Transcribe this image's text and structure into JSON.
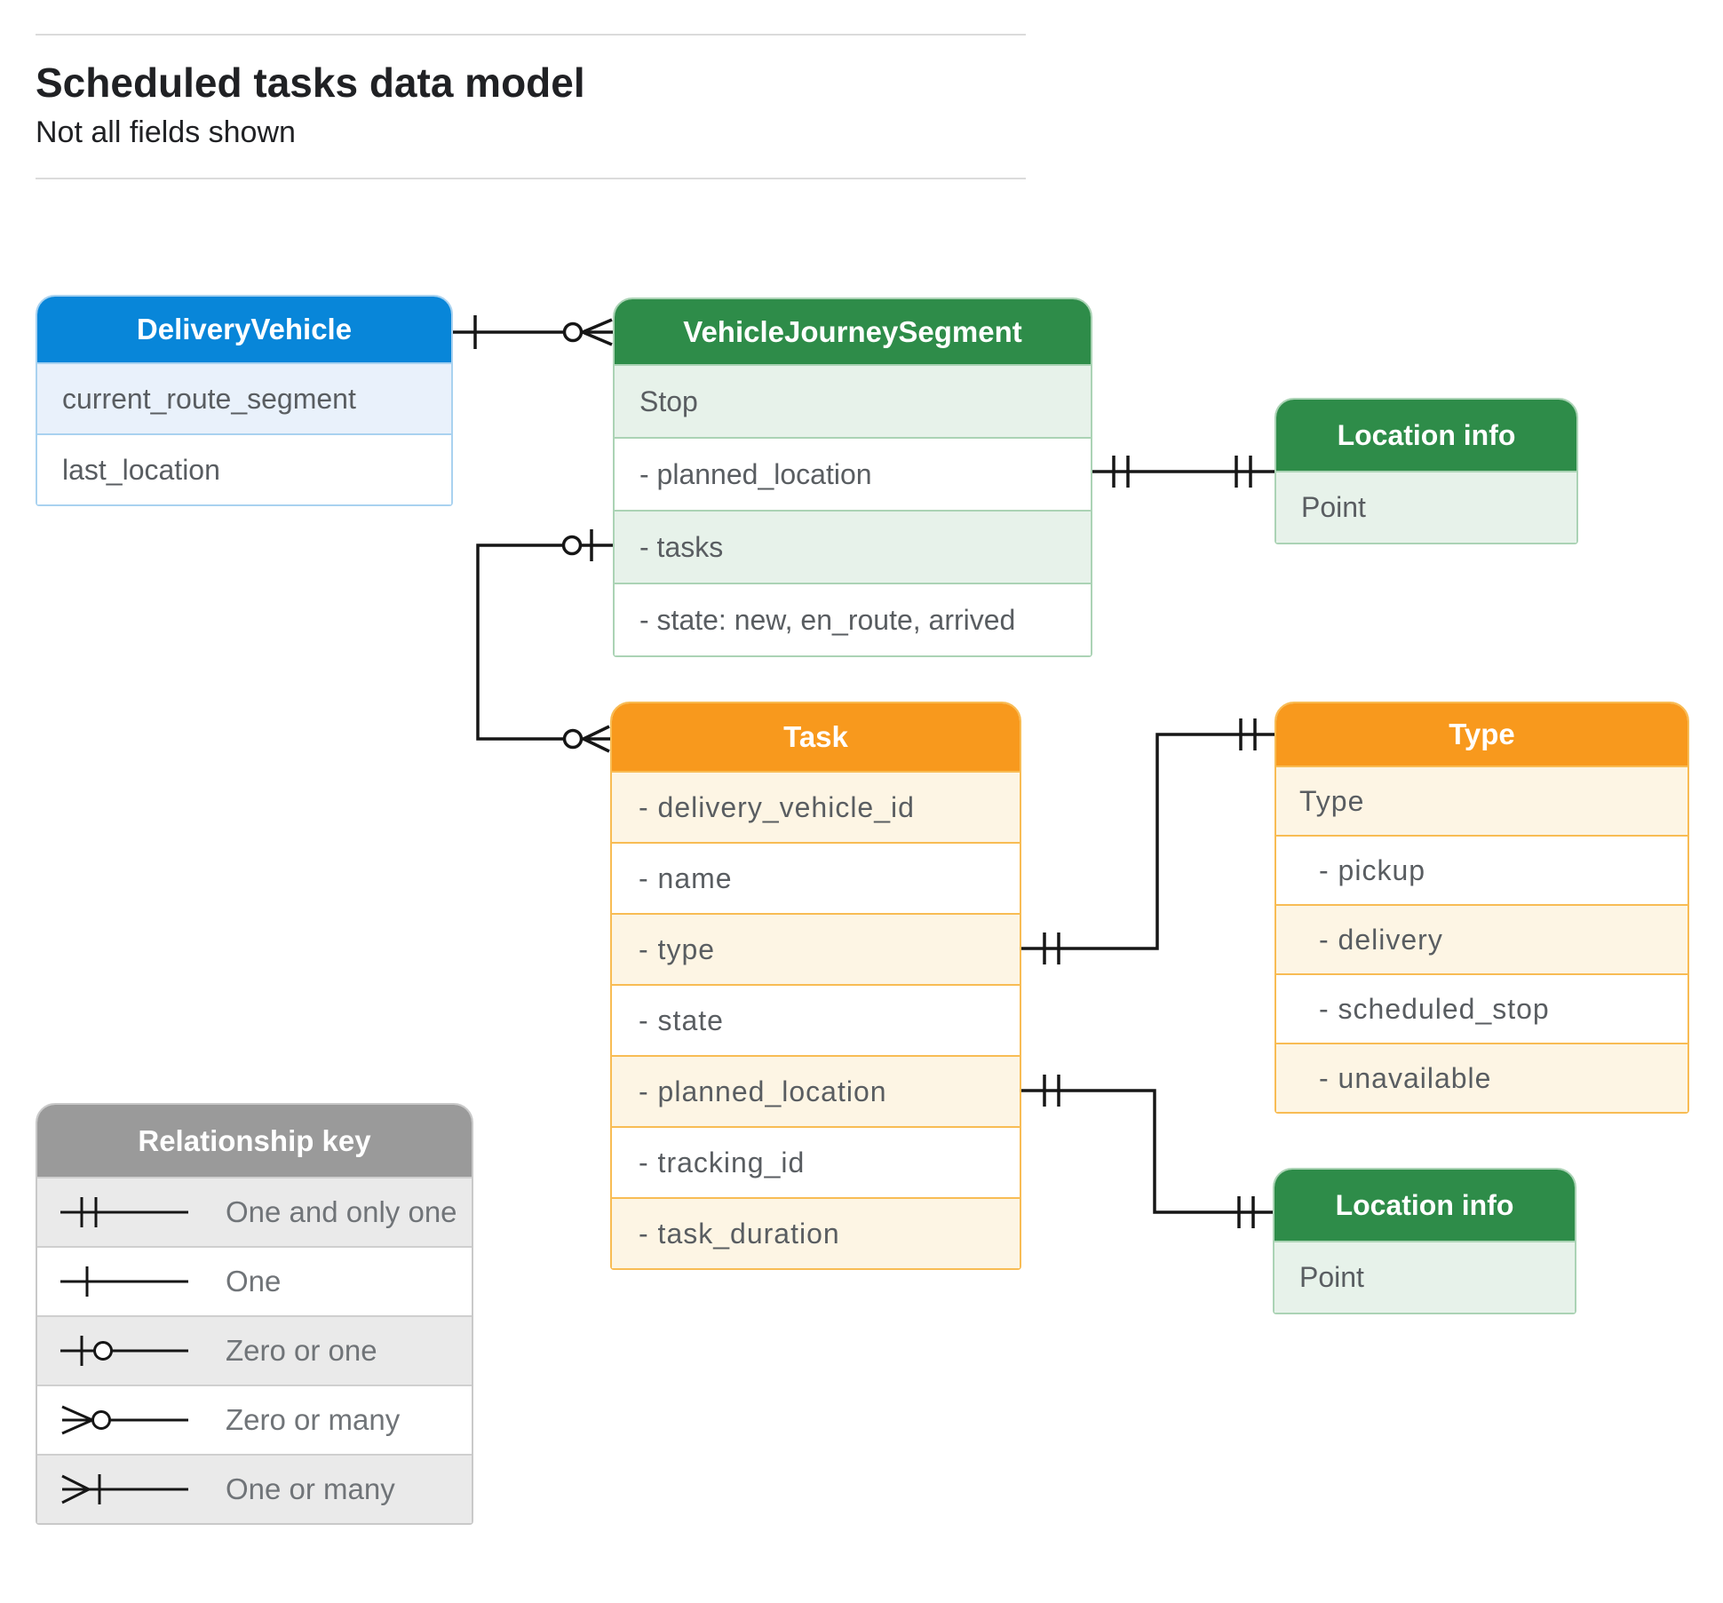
{
  "page": {
    "title": "Scheduled tasks data model",
    "subtitle": "Not all fields shown"
  },
  "colors": {
    "blue_header": "#0886d9",
    "blue_tint": "#e9f1fb",
    "blue_border": "#a9d2f0",
    "green_header": "#2e8c49",
    "green_tint": "#e7f2ea",
    "green_border": "#abd3b5",
    "orange_header": "#f8991d",
    "orange_tint": "#fdf5e4",
    "orange_border": "#f8bc54",
    "gray_header": "#9a9a9a",
    "gray_tint": "#eaeaea",
    "gray_border": "#c9c9c9",
    "field_text": "#595d61",
    "legend_text": "#707478",
    "title_text": "#202124"
  },
  "entities": {
    "delivery_vehicle": {
      "title": "DeliveryVehicle",
      "fields": [
        "current_route_segment",
        "last_location"
      ]
    },
    "vehicle_journey_segment": {
      "title": "VehicleJourneySegment",
      "fields": [
        "Stop",
        "- planned_location",
        "- tasks",
        "- state: new, en_route, arrived"
      ]
    },
    "location_info_top": {
      "title": "Location info",
      "fields": [
        "Point"
      ]
    },
    "task": {
      "title": "Task",
      "fields": [
        "- delivery_vehicle_id",
        "- name",
        "- type",
        "- state",
        "- planned_location",
        "- tracking_id",
        "- task_duration"
      ]
    },
    "type": {
      "title": "Type",
      "fields": [
        "Type",
        "- pickup",
        "- delivery",
        "- scheduled_stop",
        "- unavailable"
      ]
    },
    "location_info_bottom": {
      "title": "Location info",
      "fields": [
        "Point"
      ]
    }
  },
  "legend": {
    "title": "Relationship key",
    "items": [
      "One and only one",
      "One",
      "Zero or one",
      "Zero or many",
      "One or many"
    ]
  },
  "relationships": [
    {
      "from": "DeliveryVehicle",
      "to": "VehicleJourneySegment",
      "from_cardinality": "one",
      "to_cardinality": "zero_or_many"
    },
    {
      "from": "VehicleJourneySegment.planned_location",
      "to": "Location info",
      "from_cardinality": "one_and_only_one",
      "to_cardinality": "one_and_only_one"
    },
    {
      "from": "VehicleJourneySegment.tasks",
      "to": "Task",
      "from_cardinality": "zero_or_one",
      "to_cardinality": "zero_or_many"
    },
    {
      "from": "Task.type",
      "to": "Type",
      "from_cardinality": "one_and_only_one",
      "to_cardinality": "one_and_only_one"
    },
    {
      "from": "Task.planned_location",
      "to": "Location info",
      "from_cardinality": "one_and_only_one",
      "to_cardinality": "one_and_only_one"
    }
  ]
}
